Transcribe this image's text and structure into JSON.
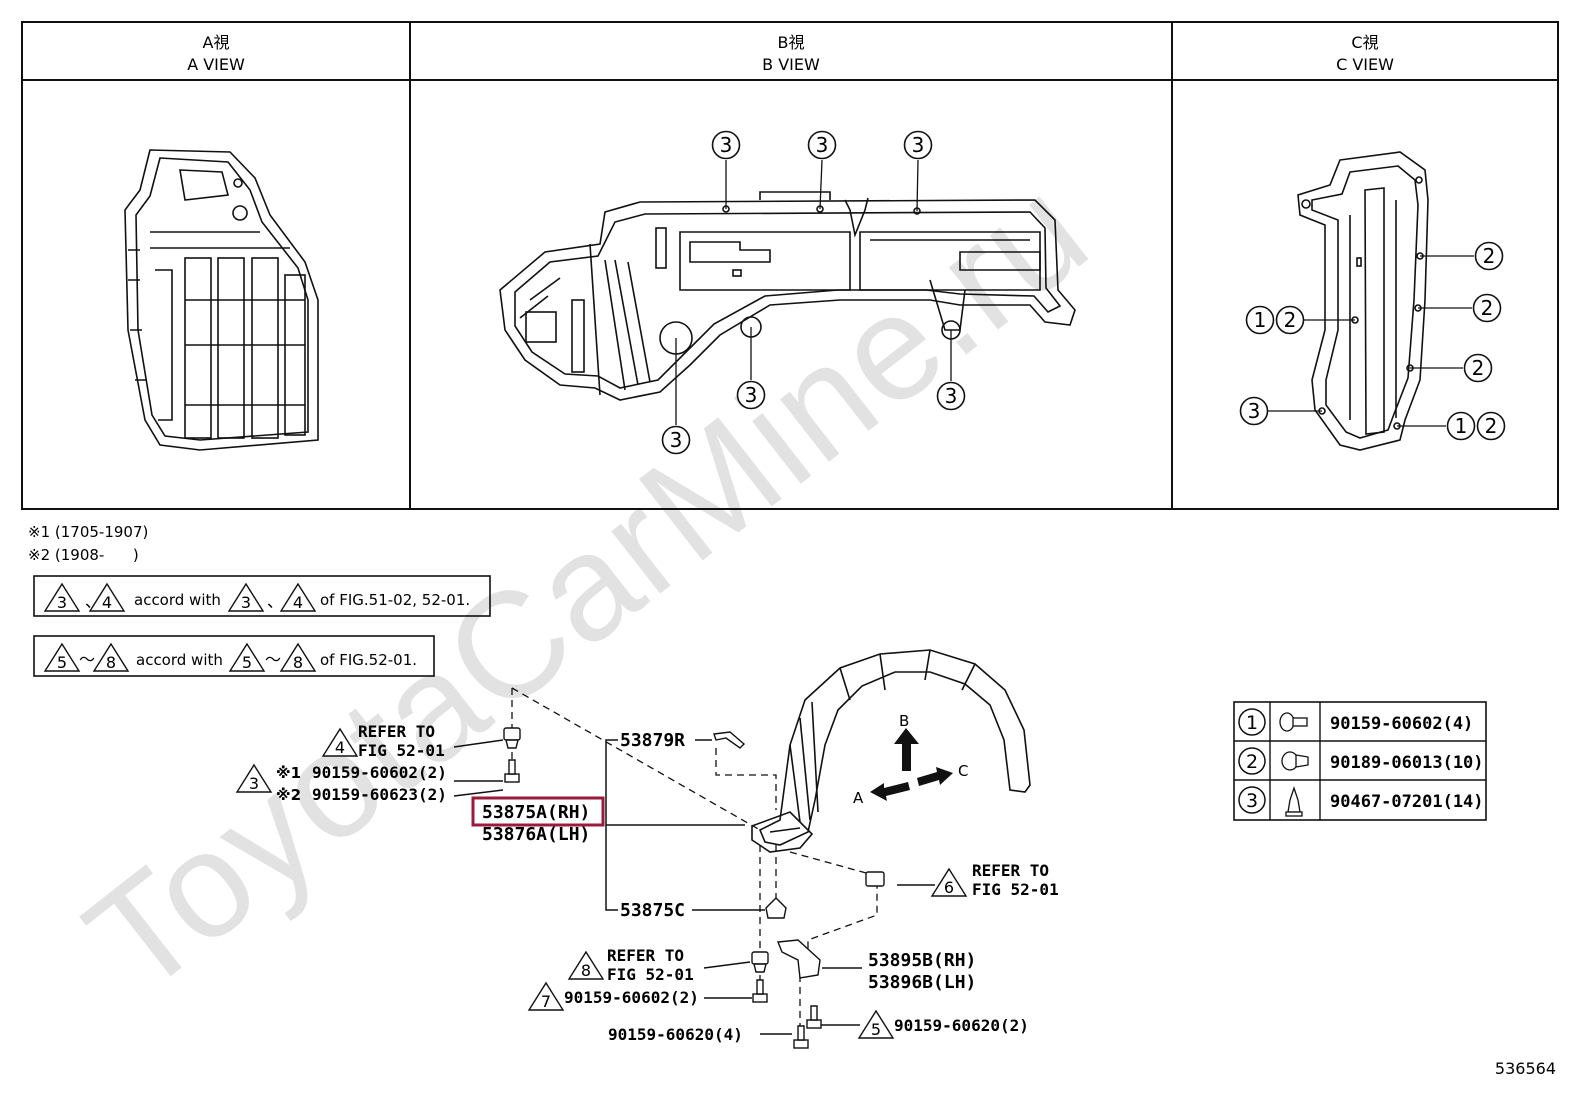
{
  "views": [
    {
      "title_jp": "A視",
      "title_en": "A VIEW"
    },
    {
      "title_jp": "B視",
      "title_en": "B VIEW"
    },
    {
      "title_jp": "C視",
      "title_en": "C VIEW"
    }
  ],
  "b_view_callouts": [
    "3",
    "3",
    "3",
    "3",
    "3",
    "3"
  ],
  "c_view_callouts": {
    "r1": "2",
    "r2": "2",
    "r3": "2",
    "l1a": "1",
    "l1b": "2",
    "l2": "3",
    "r4a": "1",
    "r4b": "2"
  },
  "notes": {
    "note1": "※1 (1705-1907)",
    "note2": "※2 (1908-      )"
  },
  "accord_box_1": {
    "t1": "3",
    "sep1": "、",
    "t2": "4",
    "mid": "accord with",
    "t3": "3",
    "sep2": "、",
    "t4": "4",
    "tail": "of FIG.51-02, 52-01."
  },
  "accord_box_2": {
    "t1": "5",
    "sep1": "～",
    "t2": "8",
    "mid": "accord with",
    "t3": "5",
    "sep2": "～",
    "t4": "8",
    "tail": "of FIG.52-01."
  },
  "labels": {
    "ref4_num": "4",
    "ref4_l1": "REFER TO",
    "ref4_l2": "FIG 52-01",
    "tri3_num": "3",
    "bolt_a_mark": "※1",
    "bolt_a": "90159-60602(2)",
    "bolt_b_mark": "※2",
    "bolt_b": "90159-60623(2)",
    "part_rh": "53875A(RH)",
    "part_lh": "53876A(LH)",
    "part_r": "53879R",
    "part_c": "53875C",
    "ref6_num": "6",
    "ref6_l1": "REFER TO",
    "ref6_l2": "FIG 52-01",
    "ref8_num": "8",
    "ref8_l1": "REFER TO",
    "ref8_l2": "FIG 52-01",
    "tri7_num": "7",
    "bolt7": "90159-60602(2)",
    "bolt_bottom": "90159-60620(4)",
    "tri5_num": "5",
    "bolt5": "90159-60620(2)",
    "part_895": "53895B(RH)",
    "part_896": "53896B(LH)",
    "dir_a": "A",
    "dir_b": "B",
    "dir_c": "C"
  },
  "legend": [
    {
      "num": "1",
      "part": "90159-60602(4)"
    },
    {
      "num": "2",
      "part": "90189-06013(10)"
    },
    {
      "num": "3",
      "part": "90467-07201(14)"
    }
  ],
  "watermark": "ToyotaCarMine.ru",
  "figure_code": "536564",
  "highlight_color": "#9b1b3a"
}
